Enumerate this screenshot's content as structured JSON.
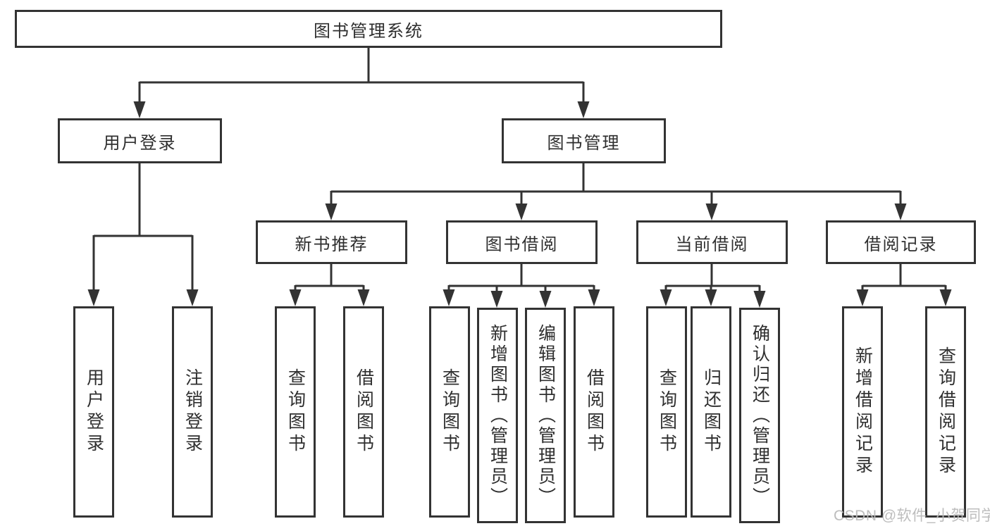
{
  "diagram": {
    "root": {
      "label": "图书管理系统"
    },
    "branches": [
      {
        "label": "用户登录",
        "children": [
          {
            "label": "用户登录"
          },
          {
            "label": "注销登录"
          }
        ]
      },
      {
        "label": "图书管理",
        "children": [
          {
            "label": "新书推荐",
            "children": [
              {
                "label": "查询图书"
              },
              {
                "label": "借阅图书"
              }
            ]
          },
          {
            "label": "图书借阅",
            "children": [
              {
                "label": "查询图书"
              },
              {
                "label": "新增图书（管理员）"
              },
              {
                "label": "编辑图书（管理员）"
              },
              {
                "label": "借阅图书"
              }
            ]
          },
          {
            "label": "当前借阅",
            "children": [
              {
                "label": "查询图书"
              },
              {
                "label": "归还图书"
              },
              {
                "label": "确认归还（管理员）"
              }
            ]
          },
          {
            "label": "借阅记录",
            "children": [
              {
                "label": "新增借阅记录"
              },
              {
                "label": "查询借阅记录"
              }
            ]
          }
        ]
      }
    ]
  },
  "watermark": {
    "text": "CSDN @软件_小贺同学"
  },
  "colors": {
    "line": "#333333",
    "box_border": "#333333",
    "text": "#2f2f2f",
    "watermark": "#b9b9b9",
    "background": "#ffffff"
  }
}
